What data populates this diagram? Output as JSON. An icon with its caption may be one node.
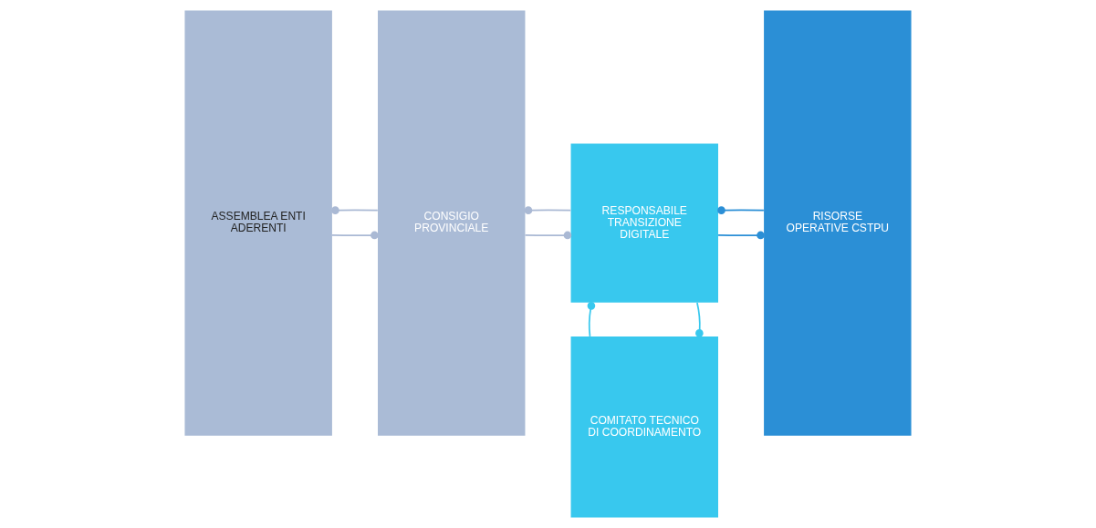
{
  "diagram": {
    "nodes": [
      {
        "text": [
          "ASSEMBLEA ENTI ADERENTI"
        ]
      },
      {
        "text": [
          "CONSIGIO PROVINCIALE"
        ]
      },
      {
        "text": [
          "RESPONSABILE TRANSIZIONE DIGITALE"
        ]
      },
      {
        "text": [
          "COMITATO TECNICO DI COORDINAMENTO"
        ]
      },
      {
        "text": [
          "RISORSE OPERATIVE CSTPU"
        ]
      }
    ],
    "edges": [
      {
        "from": 0,
        "to": 1,
        "arrow": "other",
        "color": "#aab9d4"
      },
      {
        "from": 1,
        "to": 0,
        "arrow": "other",
        "color": "#aab9d4"
      },
      {
        "from": 1,
        "to": 2,
        "arrow": "other",
        "color": "#aab9d4"
      },
      {
        "from": 2,
        "to": 1,
        "arrow": "other",
        "color": "#aab9d4"
      },
      {
        "from": 2,
        "to": 4,
        "arrow": "other",
        "color": "#2b8fd6"
      },
      {
        "from": 4,
        "to": 2,
        "arrow": "other",
        "color": "#2b8fd6"
      },
      {
        "from": 2,
        "to": 3,
        "arrow": "other",
        "color": "#38c8ee"
      },
      {
        "from": 3,
        "to": 2,
        "arrow": "other",
        "color": "#38c8ee"
      }
    ]
  }
}
